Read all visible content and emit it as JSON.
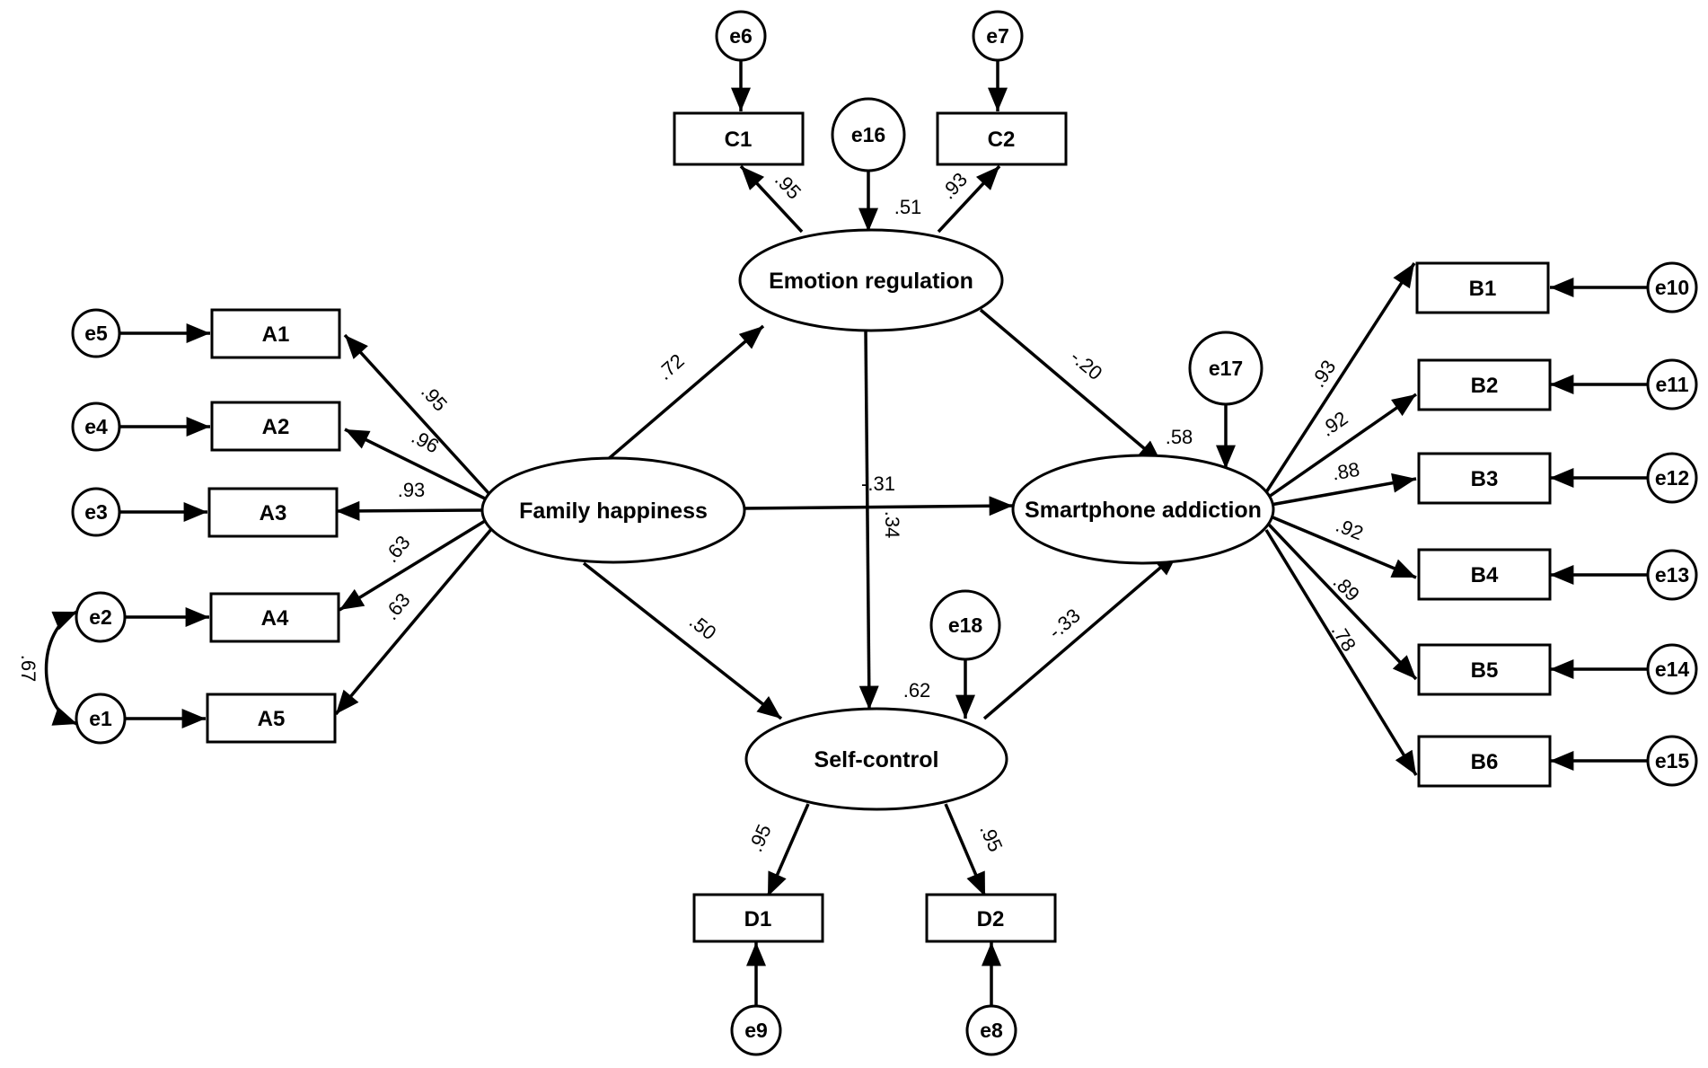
{
  "latents": {
    "family": "Family happiness",
    "emotion": "Emotion regulation",
    "self": "Self-control",
    "phone": "Smartphone addiction"
  },
  "indicators": {
    "A1": "A1",
    "A2": "A2",
    "A3": "A3",
    "A4": "A4",
    "A5": "A5",
    "B1": "B1",
    "B2": "B2",
    "B3": "B3",
    "B4": "B4",
    "B5": "B5",
    "B6": "B6",
    "C1": "C1",
    "C2": "C2",
    "D1": "D1",
    "D2": "D2"
  },
  "errors": {
    "e1": "e1",
    "e2": "e2",
    "e3": "e3",
    "e4": "e4",
    "e5": "e5",
    "e6": "e6",
    "e7": "e7",
    "e8": "e8",
    "e9": "e9",
    "e10": "e10",
    "e11": "e11",
    "e12": "e12",
    "e13": "e13",
    "e14": "e14",
    "e15": "e15",
    "e16": "e16",
    "e17": "e17",
    "e18": "e18"
  },
  "loadings": {
    "A1": ".95",
    "A2": ".96",
    "A3": ".93",
    "A4": ".63",
    "A5": ".63",
    "B1": ".93",
    "B2": ".92",
    "B3": ".88",
    "B4": ".92",
    "B5": ".89",
    "B6": ".78",
    "C1": ".95",
    "C2": ".93",
    "D1": ".95",
    "D2": ".95"
  },
  "paths": {
    "family_emotion": ".72",
    "family_self": ".50",
    "family_phone": "-.31",
    "emotion_phone": "-.20",
    "emotion_self": ".34",
    "self_phone": "-.33"
  },
  "r_squared": {
    "emotion": ".51",
    "phone": ".58",
    "self": ".62"
  },
  "covariances": {
    "e1_e2": ".67"
  }
}
